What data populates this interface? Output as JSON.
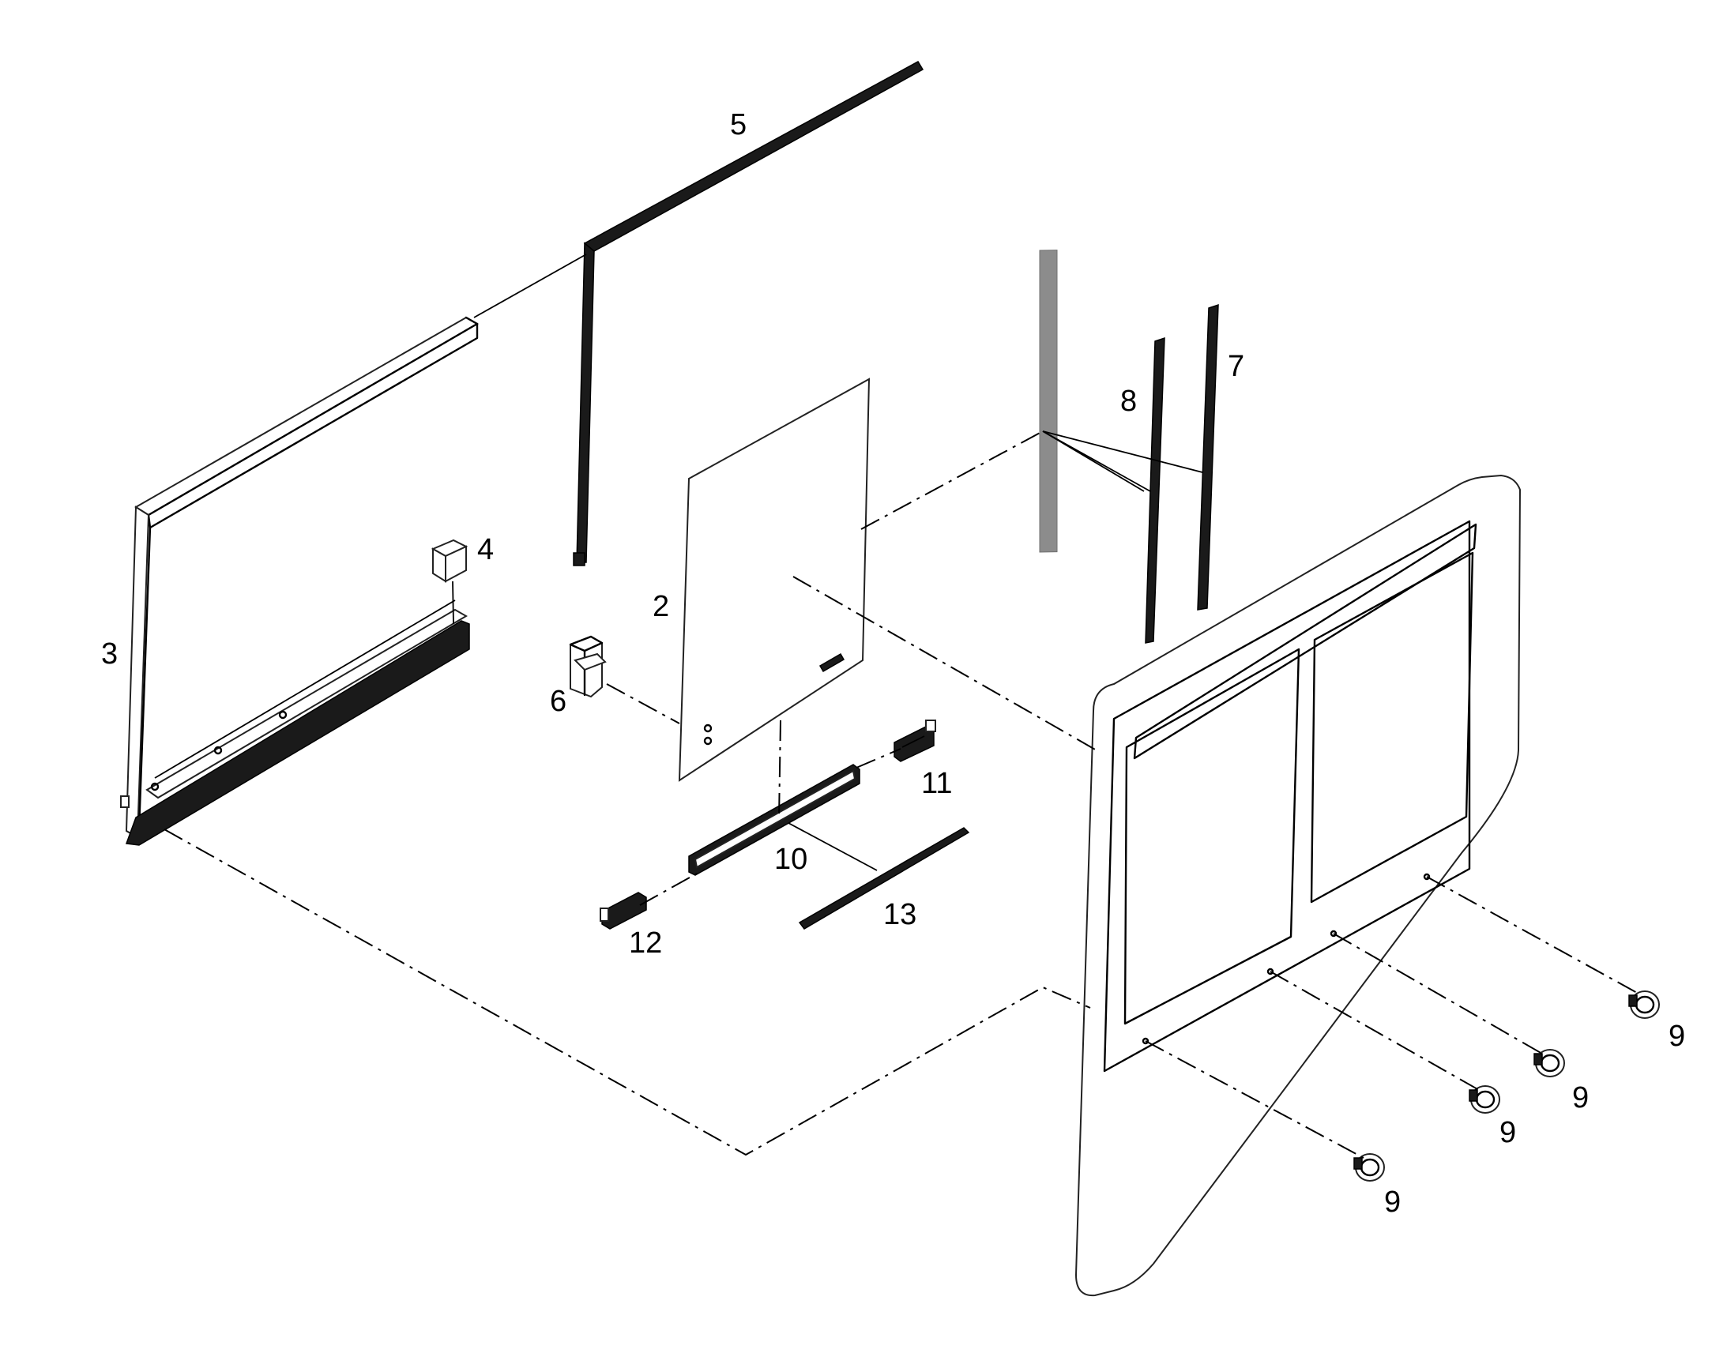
{
  "labels": {
    "l2": "2",
    "l3": "3",
    "l4": "4",
    "l5": "5",
    "l6": "6",
    "l7": "7",
    "l8": "8",
    "l9a": "9",
    "l9b": "9",
    "l9c": "9",
    "l9d": "9",
    "l10": "10",
    "l11": "11",
    "l12": "12",
    "l13": "13"
  }
}
